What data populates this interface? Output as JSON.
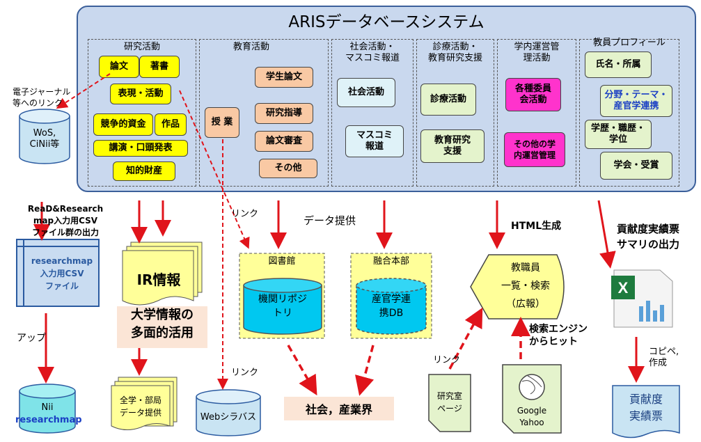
{
  "title": "ARISデータベースシステム",
  "sections": {
    "research": {
      "title": "研究活動",
      "items": [
        "論文",
        "著書",
        "表現・活動",
        "競争的資金",
        "作品",
        "講演・口頭発表",
        "知的財産"
      ]
    },
    "education": {
      "title": "教育活動",
      "items": [
        "授 業",
        "学生論文",
        "研究指導",
        "論文審査",
        "その他"
      ]
    },
    "social": {
      "title": "社会活動・\nマスコミ報道",
      "items": [
        "社会活動",
        "マスコミ\n報道"
      ]
    },
    "medical": {
      "title": "診療活動・\n教育研究支援",
      "items": [
        "診療活動",
        "教育研究\n支援"
      ]
    },
    "admin": {
      "title": "学内運営管\n理活動",
      "items": [
        "各種委員\n会活動",
        "その他の学\n内運営管理"
      ]
    },
    "profile": {
      "title": "教員プロフィール",
      "items": [
        "氏名・所属",
        "分野・テーマ・\n産官学連携",
        "学歴・職歴・\n学位",
        "学会・受賞"
      ]
    }
  },
  "left": {
    "ejournal": "電子ジャーナル\n等へのリンク",
    "wos": "WoS,\nCiNii等",
    "readcsv": "ReaD&Research\nmap入力用CSV\nファイル群の出力",
    "rmcsv": "researchmap\n入力用CSV\nファイル",
    "up": "アップ",
    "nii_a": "Nii",
    "nii_b": "researchmap"
  },
  "middle": {
    "ir": "IR情報",
    "univ": "大学情報の\n多面的活用",
    "allunit": "全学・部局\nデータ提供",
    "web": "Webシラバス",
    "link1": "リンク",
    "link2": "リンク",
    "dataprov": "データ提供",
    "library": "図書館",
    "repo": "機関リポジ\nトリ",
    "fusion": "融合本部",
    "sangaku": "産官学連\n携DB",
    "society": "社会，産業界"
  },
  "right": {
    "html": "HTML生成",
    "staff": "教職員\n一覧・検索\n（広報）",
    "search_engine": "検索エンジン\nからヒット",
    "link3": "リンク",
    "lab": "研究室\nページ",
    "google": "Google\nYahoo",
    "contrib_out": "貢献度実績票\nサマリの出力",
    "copy": "コピペ,\n作成",
    "contrib": "貢献度\n実績票"
  }
}
